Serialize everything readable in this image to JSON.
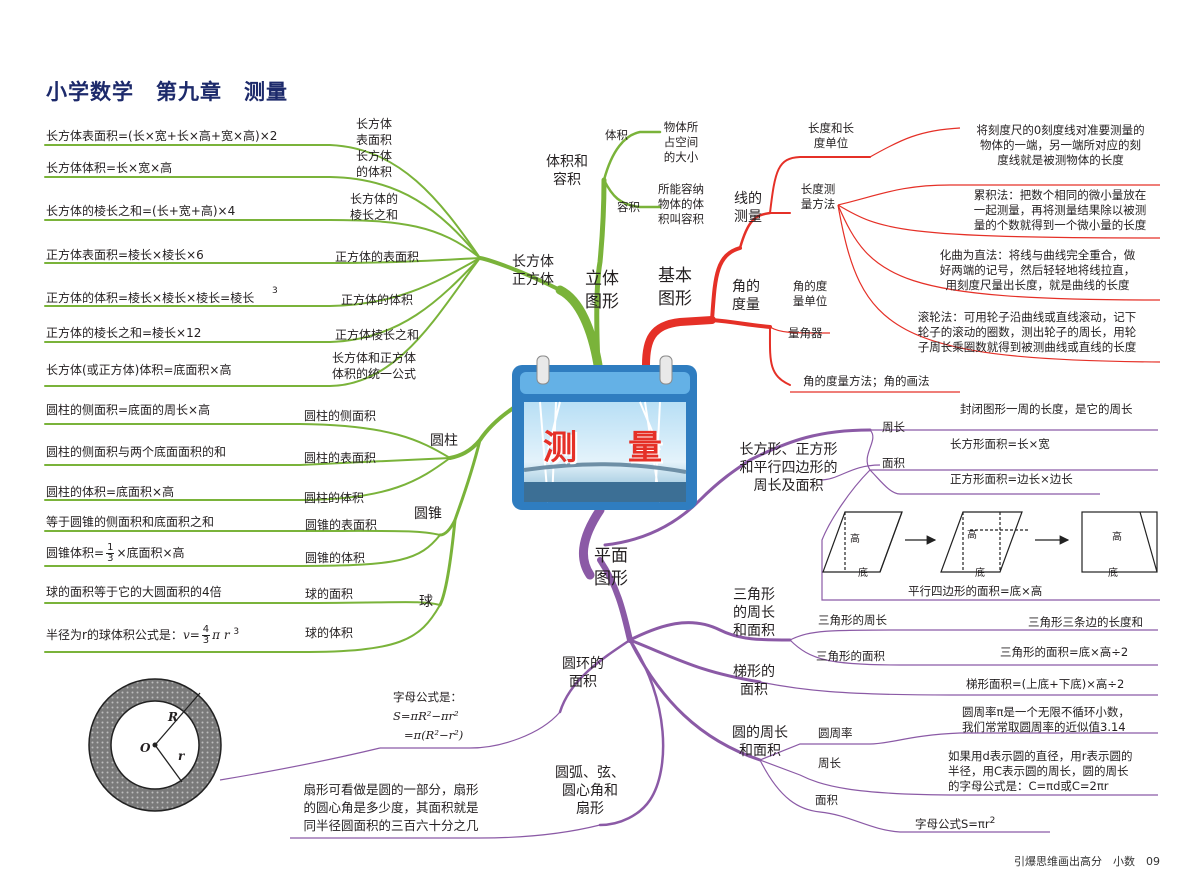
{
  "title": "小学数学　第九章　测量",
  "footer": "引爆思维画出高分　小数　09",
  "center": {
    "char1": "测",
    "char2": "量"
  },
  "colors": {
    "green": "#7ab33a",
    "red": "#e53027",
    "purple": "#8b5aa6",
    "title": "#1d2a6b",
    "calendar": "#2f7dc0"
  },
  "solid": {
    "main": "立体\n图形",
    "volume_branch": "体积和\n容积",
    "volume": "体积",
    "volume_def": "物体所\n占空间\n的大小",
    "capacity": "容积",
    "capacity_def": "所能容纳\n物体的体\n积叫容积",
    "cuboid_branch": "长方体\n正方体",
    "cuboid_items": [
      {
        "label": "长方体\n表面积",
        "formula": "长方体表面积=(长×宽+长×高+宽×高)×2"
      },
      {
        "label": "长方体\n的体积",
        "formula": "长方体体积=长×宽×高"
      },
      {
        "label": "长方体的\n棱长之和",
        "formula": "长方体的棱长之和=(长+宽+高)×4"
      },
      {
        "label": "正方体的表面积",
        "formula": "正方体表面积=棱长×棱长×6"
      },
      {
        "label": "正方体的体积",
        "formula": "正方体的体积=棱长×棱长×棱长=棱长",
        "sup": "3"
      },
      {
        "label": "正方体棱长之和",
        "formula": "正方体的棱长之和=棱长×12"
      },
      {
        "label": "长方体和正方体\n体积的统一公式",
        "formula": "长方体(或正方体)体积=底面积×高"
      }
    ],
    "cylinder_branch": "圆柱",
    "cylinder_items": [
      {
        "label": "圆柱的侧面积",
        "formula": "圆柱的侧面积=底面的周长×高"
      },
      {
        "label": "圆柱的表面积",
        "formula": "圆柱的侧面积与两个底面面积的和"
      },
      {
        "label": "圆柱的体积",
        "formula": "圆柱的体积=底面积×高"
      }
    ],
    "cone_branch": "圆锥",
    "cone_surface_label": "圆锥的表面积",
    "cone_surface_formula": "等于圆锥的侧面积和底面积之和",
    "cone_volume_label": "圆锥的体积",
    "cone_volume_pre": "圆锥体积=",
    "cone_volume_num": "1",
    "cone_volume_den": "3",
    "cone_volume_post": "×底面积×高",
    "sphere_branch": "球",
    "sphere_area_label": "球的面积",
    "sphere_area_formula": "球的面积等于它的大圆面积的4倍",
    "sphere_volume_label": "球的体积",
    "sphere_volume_pre": "半径为r的球体积公式是：",
    "sphere_volume_v": "v=",
    "sphere_volume_num": "4",
    "sphere_volume_den": "3",
    "sphere_volume_post": "π r ",
    "sphere_volume_sup": "3"
  },
  "basic": {
    "main": "基本\n图形",
    "line_branch": "线的\n测量",
    "length_unit": "长度和长\n度单位",
    "length_unit_desc": "将刻度尺的0刻度线对准要测量的\n物体的一端，另一端所对应的刻\n度线就是被测物体的长度",
    "length_method": "长度测\n量方法",
    "method_accumulate": "累积法：把数个相同的微小量放在\n一起测量，再将测量结果除以被测\n量的个数就得到一个微小量的长度",
    "method_curve": "化曲为直法：将线与曲线完全重合，做\n好两端的记号，然后轻轻地将线拉直，\n用刻度尺量出长度，就是曲线的长度",
    "method_roll": "滚轮法：可用轮子沿曲线或直线滚动，记下\n轮子的滚动的圈数，测出轮子的周长，用轮\n子周长乘圈数就得到被测曲线或直线的长度",
    "angle_branch": "角的\n度量",
    "angle_unit": "角的度\n量单位",
    "protractor": "量角器",
    "angle_method": "角的度量方法；角的画法"
  },
  "plane": {
    "main": "平面\n图形",
    "rect_branch": "长方形、正方形\n和平行四边形的\n周长及面积",
    "perimeter": "周长",
    "perimeter_def": "封闭图形一周的长度，是它的周长",
    "area": "面积",
    "rect_area": "长方形面积=长×宽",
    "square_area": "正方形面积=边长×边长",
    "parallelogram_area": "平行四边形的面积=底×高",
    "fig_height": "高",
    "fig_base": "底",
    "triangle_branch": "三角形\n的周长\n和面积",
    "triangle_perimeter": "三角形的周长",
    "triangle_perimeter_def": "三角形三条边的长度和",
    "triangle_area": "三角形的面积",
    "triangle_area_formula": "三角形的面积=底×高÷2",
    "trapezoid_branch": "梯形的\n面积",
    "trapezoid_formula": "梯形面积=(上底+下底)×高÷2",
    "circle_branch": "圆的周长\n和面积",
    "pi_label": "圆周率",
    "pi_desc": "圆周率π是一个无限不循环小数，\n我们常常取圆周率的近似值3.14",
    "circle_perimeter": "周长",
    "circle_perimeter_desc": "如果用d表示圆的直径，用r表示圆的\n半径，用C表示圆的周长，圆的周长\n的字母公式是：C=πd或C=2πr",
    "circle_area": "面积",
    "circle_area_formula": "字母公式S=πr",
    "circle_area_sup": "2",
    "ring_branch": "圆环的\n面积",
    "ring_formula_title": "字母公式是：",
    "ring_formula_1": "S=πR²−πr²",
    "ring_formula_2": "=π(R²−r²)",
    "ring_R": "R",
    "ring_r": "r",
    "ring_O": "O",
    "arc_branch": "圆弧、弦、\n圆心角和\n扇形",
    "sector_desc": "扇形可看做是圆的一部分，扇形\n的圆心角是多少度，其面积就是\n同半径圆面积的三百六十分之几"
  }
}
